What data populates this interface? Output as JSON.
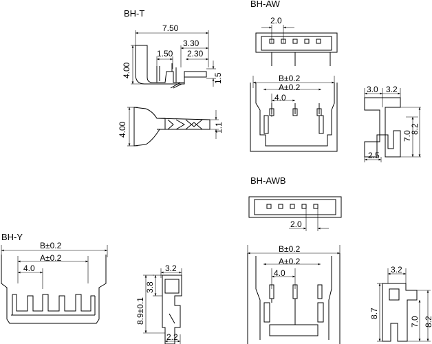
{
  "labels": {
    "bh_t": "BH-T",
    "bh_aw": "BH-AW",
    "bh_awb": "BH-AWB",
    "bh_y": "BH-Y"
  },
  "dims": {
    "t_750": "7.50",
    "t_330": "3.30",
    "t_150": "1.50",
    "t_230": "2.30",
    "t_400a": "4.00",
    "t_15": "1.5",
    "t_400b": "4.00",
    "t_11": "1.1",
    "aw_20": "2.0",
    "aw_b": "B±0.2",
    "aw_a": "A±0.2",
    "aw_40": "4.0",
    "aw_30": "3.0",
    "aw_32": "3.2",
    "aw_70": "7.0",
    "aw_82": "8.2",
    "aw_25": "2.5",
    "awb_20": "2.0",
    "awb_b": "B±0.2",
    "awb_a": "A±0.2",
    "awb_40": "4.0",
    "awb_32": "3.2",
    "awb_87": "8.7",
    "awb_70": "7.0",
    "awb_82": "8.2",
    "y_b": "B±0.2",
    "y_a": "A±0.2",
    "y_40": "4.0",
    "y_32": "3.2",
    "y_38": "3.8",
    "y_89": "8.9±0.1",
    "y_22": "2.2"
  }
}
